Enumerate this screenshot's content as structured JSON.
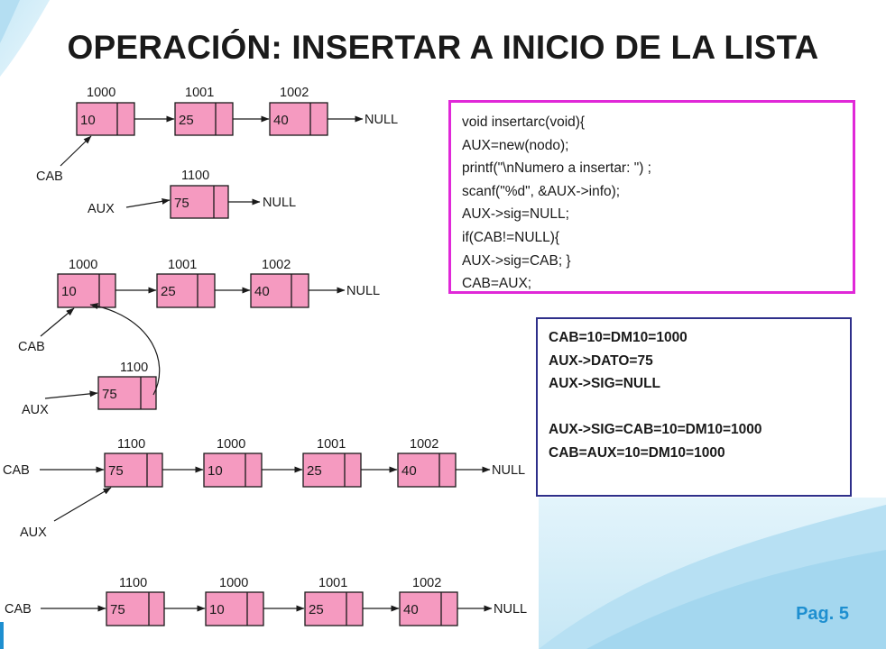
{
  "slide": {
    "title": "OPERACIÓN: INSERTAR A INICIO DE LA LISTA",
    "page_label": "Pag. 5",
    "accent_color": "#1e8fd0",
    "node_fill_color": "#f59ac0"
  },
  "diagram": {
    "null_label": "NULL",
    "stage1": {
      "nodes": [
        {
          "address": "1000",
          "value": "10"
        },
        {
          "address": "1001",
          "value": "25"
        },
        {
          "address": "1002",
          "value": "40"
        }
      ],
      "cab_label": "CAB",
      "aux_label": "AUX",
      "aux_node": {
        "address": "1100",
        "value": "75"
      }
    },
    "stage2": {
      "nodes": [
        {
          "address": "1000",
          "value": "10"
        },
        {
          "address": "1001",
          "value": "25"
        },
        {
          "address": "1002",
          "value": "40"
        }
      ],
      "cab_label": "CAB",
      "aux_label": "AUX",
      "aux_node": {
        "address": "1100",
        "value": "75"
      }
    },
    "stage3": {
      "nodes": [
        {
          "address": "1100",
          "value": "75"
        },
        {
          "address": "1000",
          "value": "10"
        },
        {
          "address": "1001",
          "value": "25"
        },
        {
          "address": "1002",
          "value": "40"
        }
      ],
      "cab_label": "CAB",
      "aux_label": "AUX"
    },
    "stage4": {
      "nodes": [
        {
          "address": "1100",
          "value": "75"
        },
        {
          "address": "1000",
          "value": "10"
        },
        {
          "address": "1001",
          "value": "25"
        },
        {
          "address": "1002",
          "value": "40"
        }
      ],
      "cab_label": "CAB"
    }
  },
  "code": {
    "lines": [
      "void insertarc(void){",
      "AUX=new(nodo);",
      "printf(\"\\nNumero a insertar: \") ;",
      "scanf(\"%d\", &AUX->info);",
      "AUX->sig=NULL;",
      "if(CAB!=NULL){",
      "AUX->sig=CAB; }",
      "CAB=AUX;"
    ]
  },
  "notes": {
    "lines": [
      "CAB=10=DM10=1000",
      "AUX->DATO=75",
      "AUX->SIG=NULL",
      "",
      "AUX->SIG=CAB=10=DM10=1000",
      "CAB=AUX=10=DM10=1000"
    ]
  }
}
